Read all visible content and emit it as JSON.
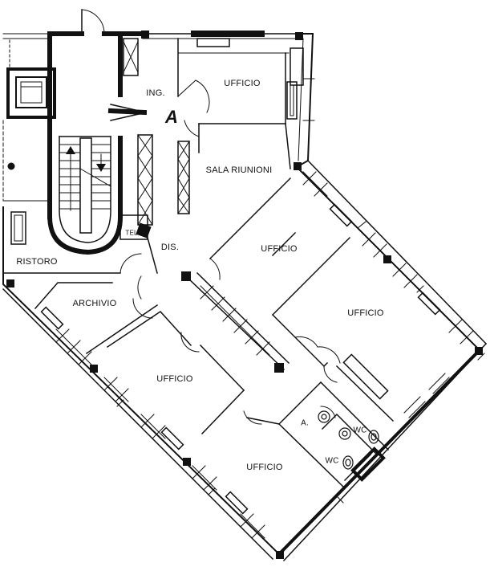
{
  "plan": {
    "rooms": {
      "ufficio_1": "UFFICIO",
      "sala_riunioni": "SALA RIUNIONI",
      "ufficio_2": "UFFICIO",
      "ufficio_3": "UFFICIO",
      "ufficio_4": "UFFICIO",
      "ufficio_5": "UFFICIO",
      "archivio": "ARCHIVIO",
      "ristoro": "RISTORO",
      "dis": "DIS.",
      "ing": "ING.",
      "antibagno": "A.",
      "wc_1": "WC",
      "wc_2": "WC",
      "tel": "TEL"
    },
    "entrance_marker": "A"
  }
}
